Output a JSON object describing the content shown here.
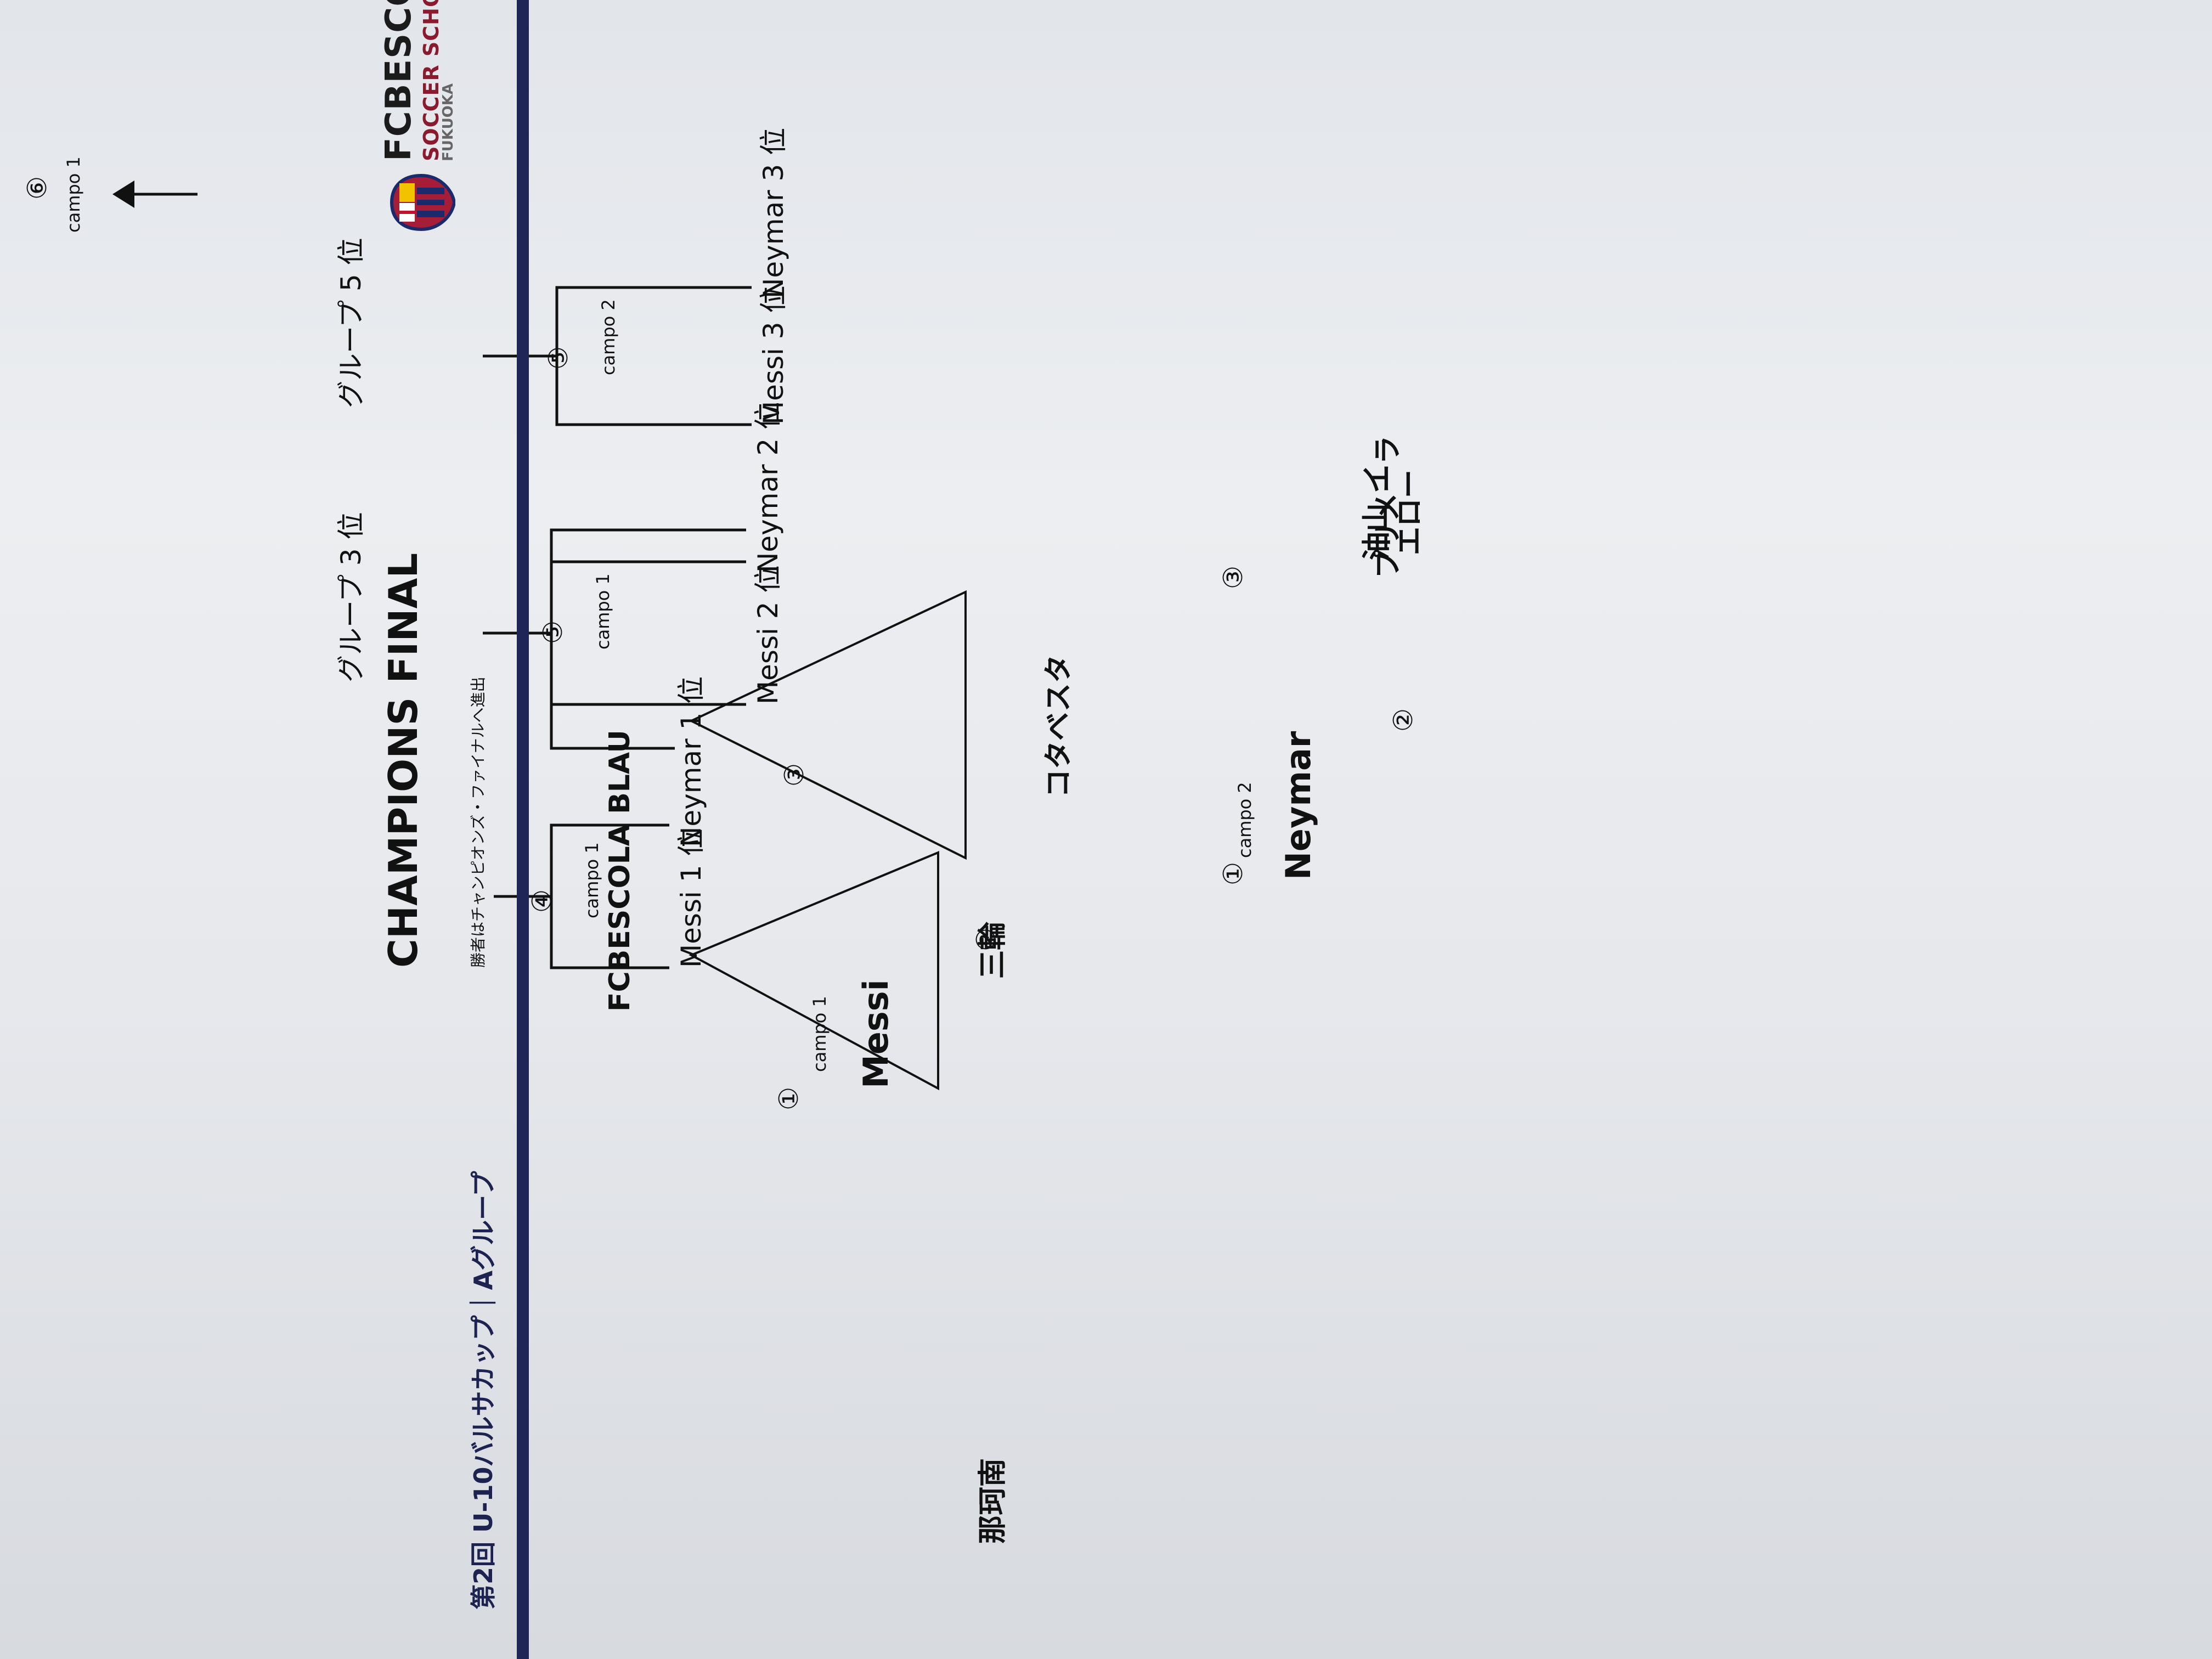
{
  "header": {
    "title": "第2回 U-10バルサカップ｜Aグループ"
  },
  "logo": {
    "brand_line1": "FCBESCOLA",
    "brand_line2": "SOCCER SCHOOL",
    "brand_line3": "FUKUOKA"
  },
  "groups": [
    {
      "name": "Messi",
      "campo": "campo 1",
      "teams": [
        "那珂南",
        "FCBESCOLA BLAU",
        "三輪"
      ],
      "match_numbers": [
        "①",
        "②",
        "③"
      ]
    },
    {
      "name": "Neymar",
      "campo": "campo 2",
      "teams": [
        "油山 イエロー",
        "コタベスタ",
        "プリメーラ"
      ],
      "match_numbers": [
        "①",
        "②",
        "③"
      ]
    }
  ],
  "brackets": [
    {
      "top": "Messi 1 位",
      "bottom": "Neymar 1 位",
      "campo": "campo 1",
      "match": "④",
      "result": "CHAMPIONS FINAL",
      "note": "勝者はチャンピオンズ・ファイナルへ進出"
    },
    {
      "top": "Messi 2 位",
      "bottom": "Neymar 2 位",
      "campo": "campo 1",
      "match": "⑤",
      "result": "グループ 3 位"
    },
    {
      "top": "Messi 3 位",
      "bottom": "Neymar 3 位",
      "campo": "campo 2",
      "match": "⑤",
      "result": "グループ 5 位"
    }
  ],
  "final": {
    "campo": "campo 1",
    "match": "⑥"
  },
  "colors": {
    "header_rule": "#1f2657",
    "brand_red": "#8a1b2e"
  }
}
